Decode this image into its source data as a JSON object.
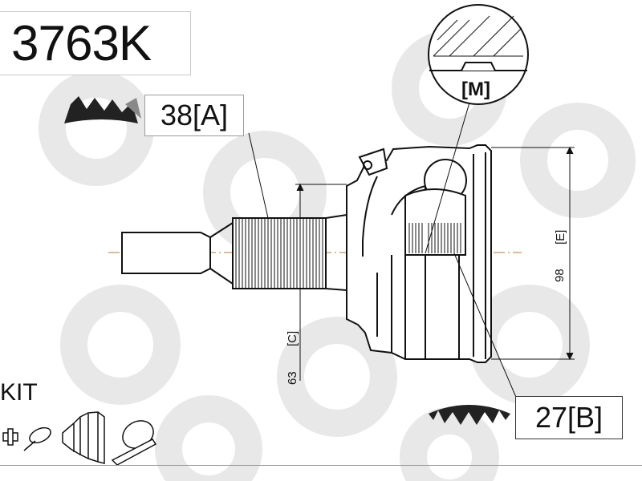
{
  "part_code": "3763K",
  "spline_outer": {
    "label": "38[A]",
    "count": 38,
    "letter": "A"
  },
  "spline_inner": {
    "label": "27[B]",
    "count": 27,
    "letter": "B"
  },
  "detail_label": "[M]",
  "dimension_e": {
    "value": "98",
    "letter": "[E]"
  },
  "dimension_c": {
    "value": "63",
    "letter": "[C]"
  },
  "kit_label": "KIT",
  "icons": [
    "outer-spline-icon",
    "inner-spline-icon",
    "circlip-icon",
    "clamp-icon",
    "boot-icon",
    "tie-strap-icon",
    "nut-icon"
  ],
  "colors": {
    "watermark": "#e6e6e6",
    "line": "#111111",
    "centerline": "#b07a3a"
  }
}
